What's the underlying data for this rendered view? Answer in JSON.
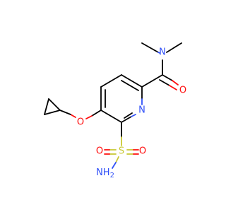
{
  "molecule": {
    "atoms": {
      "amide_n": {
        "label": "N",
        "color": "#3050f8"
      },
      "carbonyl_o": {
        "label": "O",
        "color": "#ff0d0d"
      },
      "ring_n": {
        "label": "N",
        "color": "#3050f8"
      },
      "ether_o": {
        "label": "O",
        "color": "#ff0d0d"
      },
      "sulfur": {
        "label": "S",
        "color": "#c8c832"
      },
      "sulfonyl_o_left": {
        "label": "O",
        "color": "#ff0d0d"
      },
      "sulfonyl_o_right": {
        "label": "O",
        "color": "#ff0d0d"
      },
      "sulfonamide_n": {
        "label": "NH",
        "subscript": "2",
        "color": "#3050f8"
      }
    }
  }
}
